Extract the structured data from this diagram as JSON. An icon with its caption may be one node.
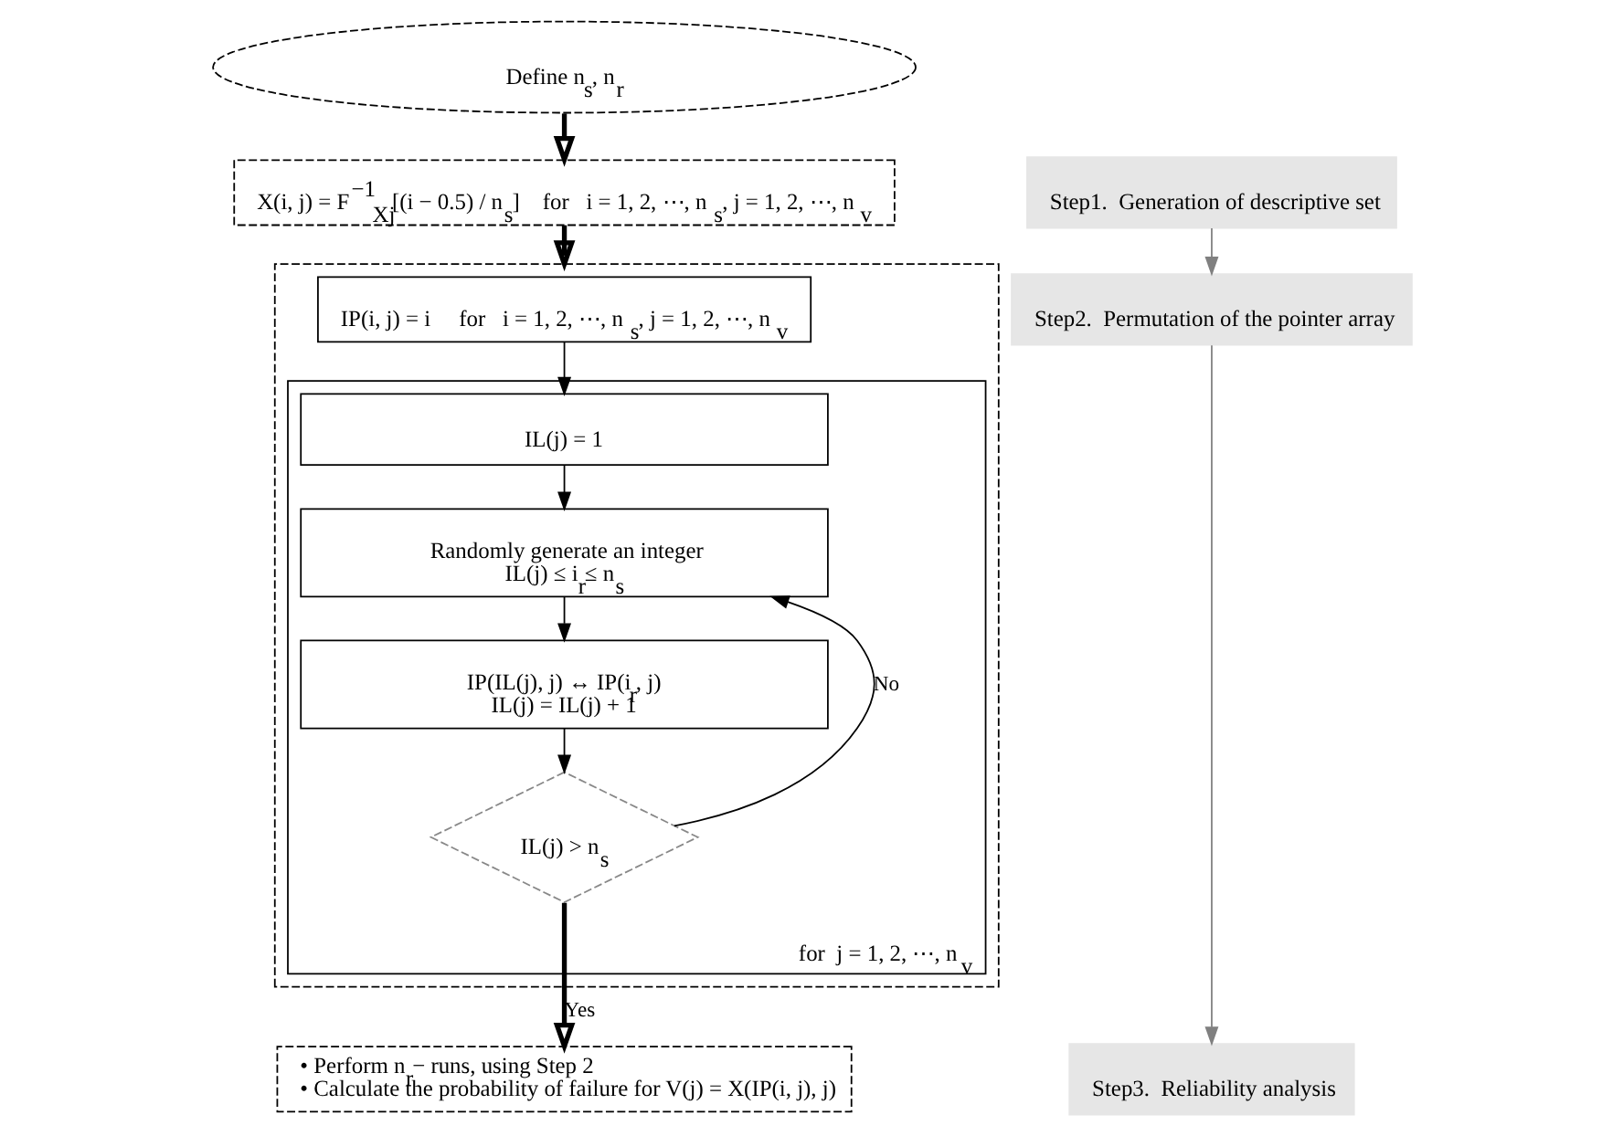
{
  "diagram": {
    "nodes": [
      {
        "text": [
          "Define n$_{s}$, n$_{r}$"
        ]
      },
      {
        "text": [
          "X(i, j) = F$^{−1}$$_{Xj}$[(i − 0.5) / n$_{s}$]    for   i = 1, 2, ⋯, n$_{s}$, j = 1, 2, ⋯, n$_{v}$"
        ]
      },
      {
        "text": [],
        "shape": "box"
      },
      {
        "text": [
          "IP(i, j) = i     for   i = 1, 2, ⋯, n$_{s}$, j = 1, 2, ⋯, n$_{v}$"
        ],
        "in": 2
      },
      {
        "text": [
          "for  j = 1, 2, ⋯, n$_{v}$"
        ],
        "in": 2
      },
      {
        "text": [
          "IL(j) = 1"
        ],
        "in": 4
      },
      {
        "text": [
          "Randomly generate an integer",
          "IL(j) ≤ i$_{r}$≤ n$_{s}$"
        ],
        "in": 4
      },
      {
        "text": [
          "IP(IL(j), j) ↔ IP(i$_{r}$, j)",
          "IL(j) = IL(j) + 1"
        ],
        "in": 4
      },
      {
        "text": [
          "IL(j) > n$_{s}$"
        ],
        "in": 4
      },
      {
        "text": [
          "• Perform n$_{r}$− runs, using Step 2",
          "• Calculate the probability of failure for V(j) = X(IP(i, j), j)"
        ]
      },
      {
        "text": [
          "Step1.  Generation of descriptive set"
        ]
      },
      {
        "text": [
          "Step2.  Permutation of the pointer array"
        ]
      },
      {
        "text": [
          "Step3.  Reliability analysis"
        ]
      }
    ],
    "edges": [
      {
        "from": 0,
        "to": 1,
        "arrow": "to",
        "style": "thick"
      },
      {
        "from": 1,
        "to": 2,
        "arrow": "to",
        "style": "thick"
      },
      {
        "from": 3,
        "to": 5,
        "arrow": "to"
      },
      {
        "from": 5,
        "to": 6,
        "arrow": "to"
      },
      {
        "from": 6,
        "to": 7,
        "arrow": "to"
      },
      {
        "from": 7,
        "to": 8,
        "arrow": "to"
      },
      {
        "from": 8,
        "to": 6,
        "arrow": "to",
        "label": "No"
      },
      {
        "from": 8,
        "to": 9,
        "arrow": "to",
        "label": "Yes",
        "style": "thick"
      },
      {
        "from": 10,
        "to": 11,
        "arrow": "to",
        "color": "#808080"
      },
      {
        "from": 11,
        "to": 12,
        "arrow": "to",
        "color": "#808080"
      }
    ]
  }
}
